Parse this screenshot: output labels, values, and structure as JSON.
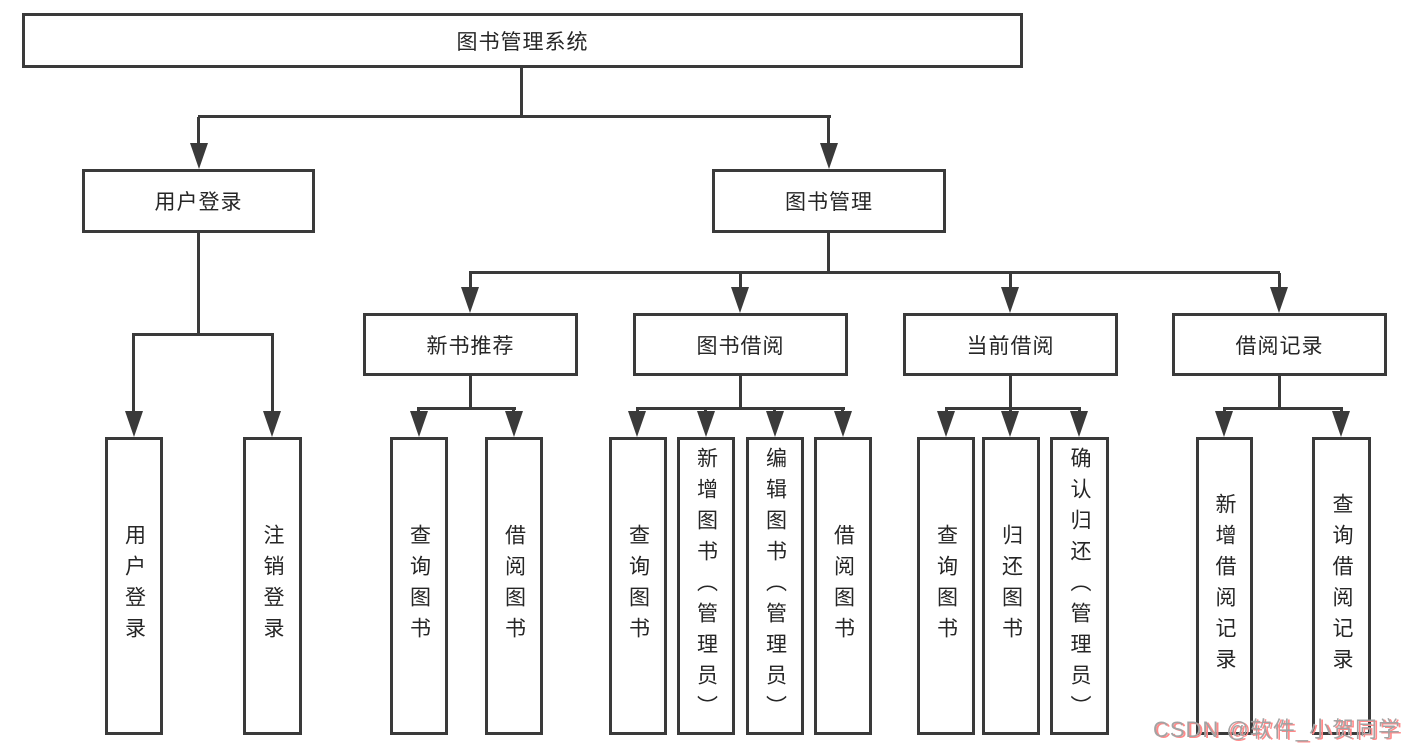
{
  "tree": {
    "root": {
      "label": "图书管理系统",
      "children": [
        {
          "label": "用户登录",
          "children": [
            {
              "label": "用户登录"
            },
            {
              "label": "注销登录"
            }
          ]
        },
        {
          "label": "图书管理",
          "children": [
            {
              "label": "新书推荐",
              "children": [
                {
                  "label": "查询图书"
                },
                {
                  "label": "借阅图书"
                }
              ]
            },
            {
              "label": "图书借阅",
              "children": [
                {
                  "label": "查询图书"
                },
                {
                  "label": "新增图书（管理员）"
                },
                {
                  "label": "编辑图书（管理员）"
                },
                {
                  "label": "借阅图书"
                }
              ]
            },
            {
              "label": "当前借阅",
              "children": [
                {
                  "label": "查询图书"
                },
                {
                  "label": "归还图书"
                },
                {
                  "label": "确认归还（管理员）"
                }
              ]
            },
            {
              "label": "借阅记录",
              "children": [
                {
                  "label": "新增借阅记录"
                },
                {
                  "label": "查询借阅记录"
                }
              ]
            }
          ]
        }
      ]
    }
  },
  "watermark": {
    "text": "CSDN @软件_小贺同学"
  },
  "colors": {
    "line": "#3a3a3a",
    "node_border": "#3a3a3a",
    "node_background": "#ffffff",
    "text": "#262626",
    "watermark_text": "#a3a3a3",
    "watermark_shadow": "#ff8a8a",
    "background": "#ffffff"
  }
}
